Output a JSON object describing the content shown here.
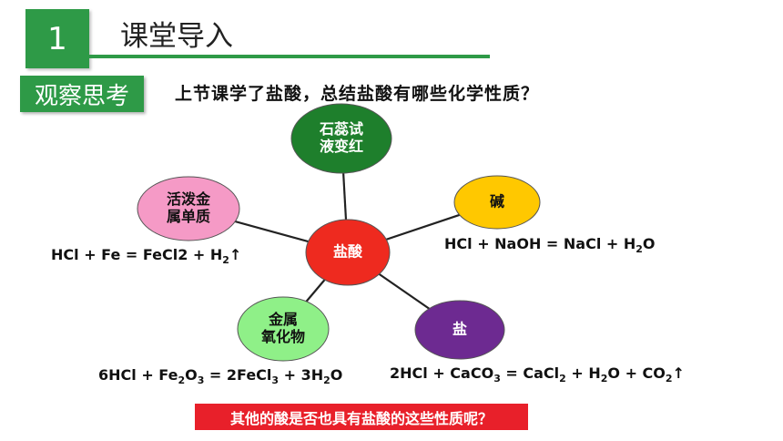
{
  "header": {
    "number": "1",
    "title": "课堂导入"
  },
  "badge": {
    "label": "观察思考"
  },
  "question": "上节课学了盐酸，总结盐酸有哪些化学性质？",
  "center": {
    "label": "盐酸",
    "color": "#ee2a1f"
  },
  "nodes": [
    {
      "id": "litmus",
      "lines": [
        "石蕊试",
        "液变红"
      ],
      "color": "#1e7f2c",
      "text_color": "#ffffff"
    },
    {
      "id": "base",
      "lines": [
        "碱"
      ],
      "color": "#ffc800",
      "text_color": "#111111"
    },
    {
      "id": "salt",
      "lines": [
        "盐"
      ],
      "color": "#6d2a91",
      "text_color": "#ffffff"
    },
    {
      "id": "metal-oxide",
      "lines": [
        "金属",
        "氧化物"
      ],
      "color": "#8ff088",
      "text_color": "#111111"
    },
    {
      "id": "active-metal",
      "lines": [
        "活泼金",
        "属单质"
      ],
      "color": "#f59ac6",
      "text_color": "#111111"
    }
  ],
  "equations": {
    "metal": {
      "a": "HCl + Fe = FeCl2 + H",
      "b": "2",
      "c": "↑"
    },
    "base": {
      "a": "HCl + NaOH = NaCl + H",
      "b": "2",
      "c": "O"
    },
    "oxide": {
      "a": "6HCl + Fe",
      "b": "2",
      "c": "O",
      "d": "3",
      "e": " = 2FeCl",
      "f": "3",
      "g": " + 3H",
      "h": "2",
      "i": "O"
    },
    "salt": {
      "a": "2HCl + CaCO",
      "b": "3",
      "c": " = CaCl",
      "d": "2",
      "e": " + H",
      "f": "2",
      "g": "O + CO",
      "h": "2",
      "i": "↑"
    }
  },
  "banner": "其他的酸是否也具有盐酸的这些性质呢？"
}
